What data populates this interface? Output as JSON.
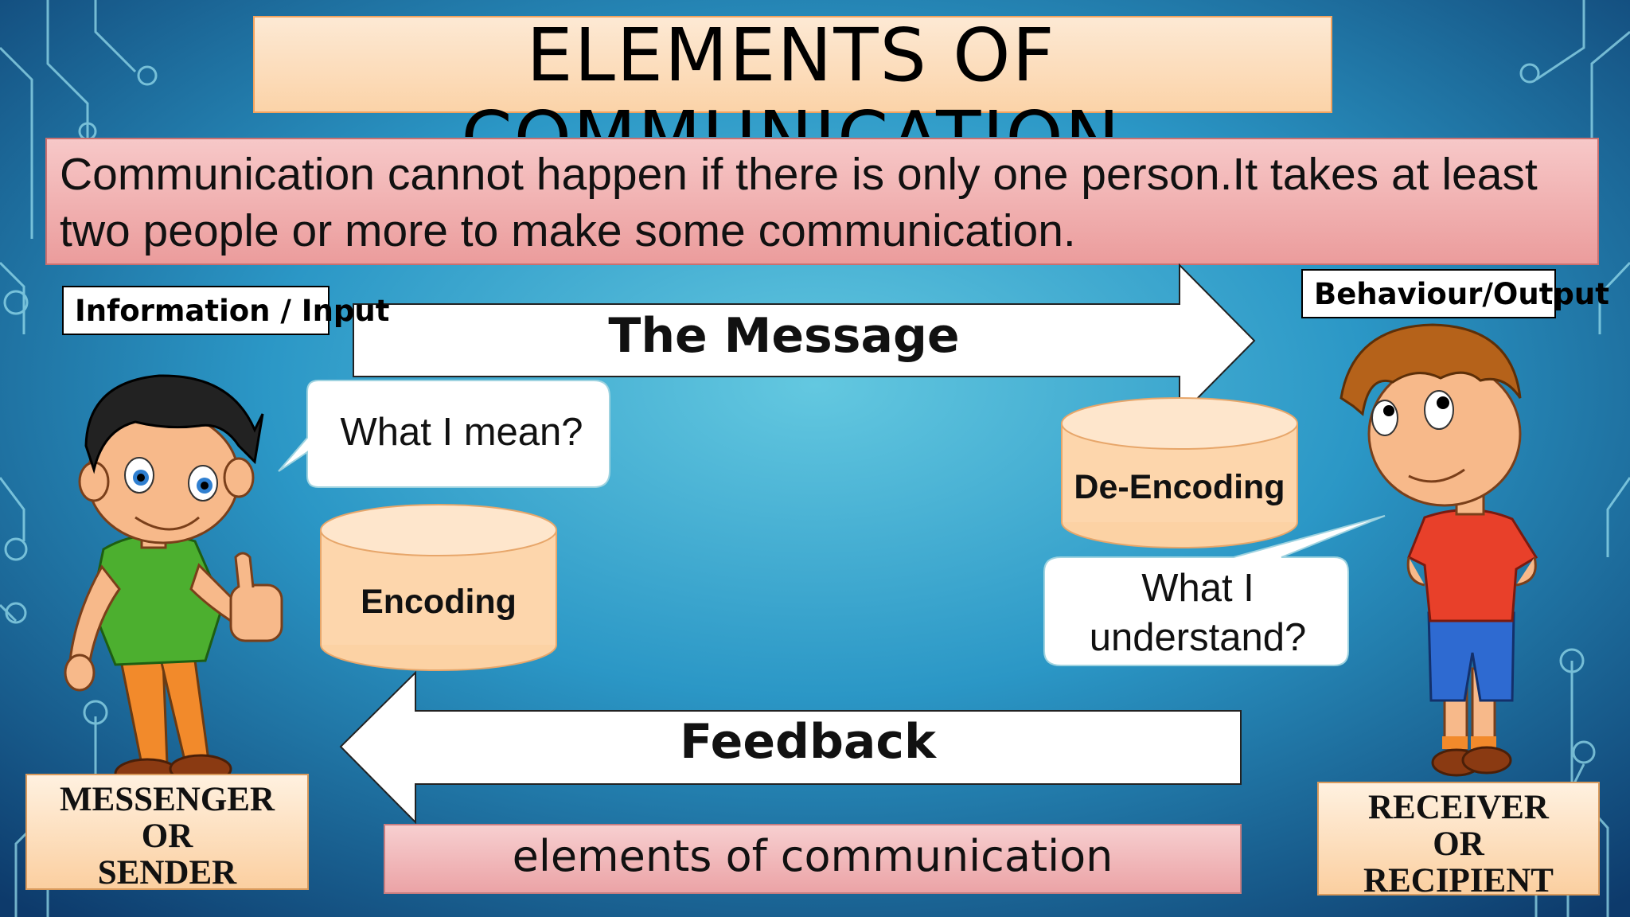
{
  "slide": {
    "title": "ELEMENTS OF COMMUNICATION",
    "intro": "Communication cannot happen if there is only one person.It takes at least two people or more to make some communication.",
    "input_label": "Information / Input",
    "output_label": "Behaviour/Output",
    "message_label": "The Message",
    "feedback_label": "Feedback",
    "sender_bubble": "What I mean?",
    "receiver_bubble": "What I understand?",
    "encoding_label": "Encoding",
    "decoding_label": "De-Encoding",
    "sender_role": [
      "MESSENGER",
      "OR",
      "SENDER"
    ],
    "receiver_role": [
      "RECEIVER",
      "OR",
      "RECIPIENT"
    ],
    "caption": "elements of communication"
  },
  "colors": {
    "background_top": "#5ec8e2",
    "background_bottom": "#0f3f73",
    "title_fill": "#fcd9b0",
    "intro_fill": "#f0a8a8",
    "cylinder_fill": "#fcd2a4",
    "sender_shirt": "#4caf2f",
    "receiver_shirt": "#e8402a"
  }
}
